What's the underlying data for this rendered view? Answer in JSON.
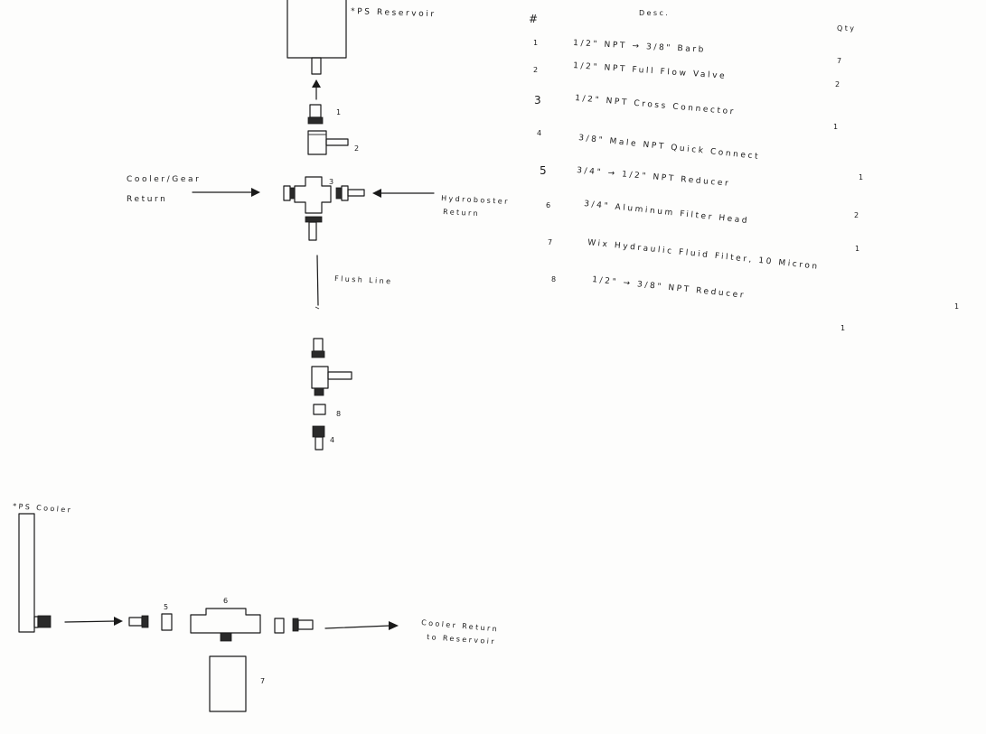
{
  "labels": {
    "reservoir": "*PS Reservoir",
    "cooler_gear_return_1": "Cooler/Gear",
    "cooler_gear_return_2": "Return",
    "hydroboster_return_1": "Hydroboster",
    "hydroboster_return_2": "Return",
    "flush_line": "Flush Line",
    "ps_cooler": "*PS Cooler",
    "cooler_return_1": "Cooler Return",
    "cooler_return_2": "to Reservoir"
  },
  "callouts": {
    "c1": "1",
    "c2": "2",
    "c3": "3",
    "c8": "8",
    "c4": "4",
    "c5": "5",
    "c6": "6",
    "c7": "7"
  },
  "parts_table": {
    "headers": {
      "num": "#",
      "desc": "Desc.",
      "qty": "Qty"
    },
    "rows": [
      {
        "num": "1",
        "desc": "1/2\" NPT → 3/8\" Barb",
        "qty": "7"
      },
      {
        "num": "2",
        "desc": "1/2\" NPT Full Flow Valve",
        "qty": "2"
      },
      {
        "num": "3",
        "desc": "1/2\" NPT Cross Connector",
        "qty": "1"
      },
      {
        "num": "4",
        "desc": "3/8\" Male NPT Quick Connect",
        "qty": "1"
      },
      {
        "num": "5",
        "desc": "3/4\" → 1/2\" NPT Reducer",
        "qty": "2"
      },
      {
        "num": "6",
        "desc": "3/4\" Aluminum Filter Head",
        "qty": "1"
      },
      {
        "num": "7",
        "desc": "Wix Hydraulic Fluid Filter, 10 Micron",
        "qty": "1"
      },
      {
        "num": "8",
        "desc": "1/2\" → 3/8\" NPT Reducer",
        "qty": "1"
      }
    ]
  }
}
